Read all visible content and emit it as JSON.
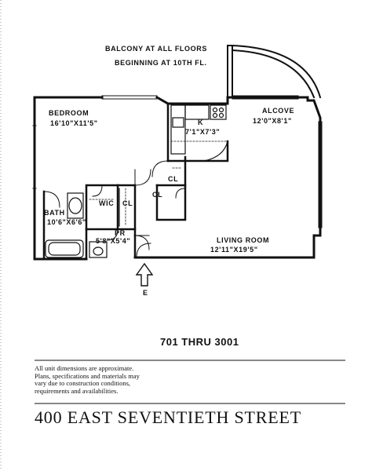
{
  "balcony_note": {
    "line1": "BALCONY AT ALL FLOORS",
    "line2": "BEGINNING AT 10TH FL."
  },
  "rooms": {
    "bedroom": {
      "name": "BEDROOM",
      "dims": "16'10\"X11'5\""
    },
    "kitchen": {
      "name": "K",
      "dims": "7'1\"X7'3\""
    },
    "alcove": {
      "name": "ALCOVE",
      "dims": "12'0\"X8'1\""
    },
    "bath": {
      "name": "BATH",
      "dims": "10'6\"X6'6\""
    },
    "wic": {
      "name": "WIC"
    },
    "powder": {
      "name": "PR",
      "dims": "5'8\"X5'4\""
    },
    "living": {
      "name": "LIVING ROOM",
      "dims": "12'11\"X19'5\""
    }
  },
  "closets": [
    "CL",
    "CL",
    "CL"
  ],
  "entry_label": "E",
  "units": "701 THRU 3001",
  "notes": [
    "All unit dimensions are approximate.",
    "Plans, specifications and materials may",
    "vary due to construction conditions,",
    "requirements and availabilities."
  ],
  "street": "400 EAST SEVENTIETH STREET"
}
